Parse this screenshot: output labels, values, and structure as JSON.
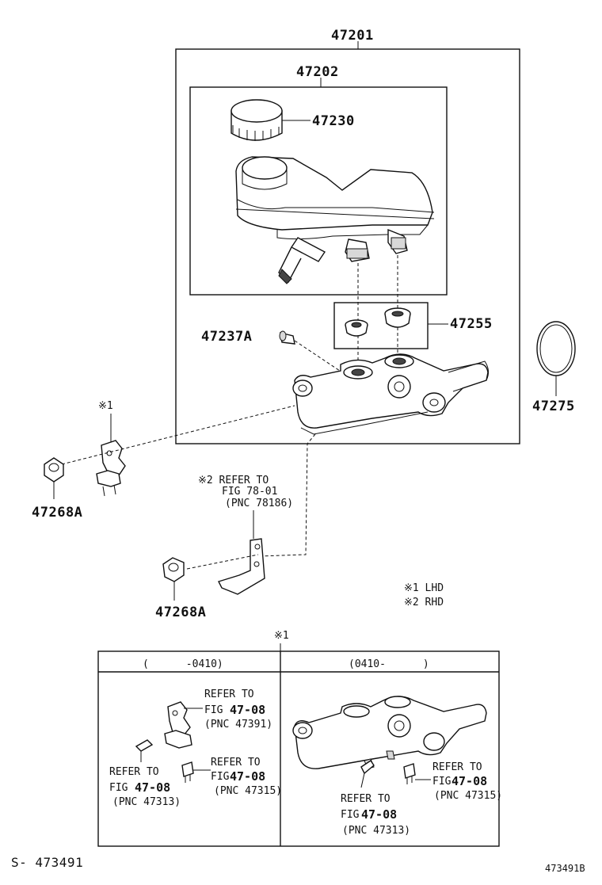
{
  "diagram": {
    "part_numbers": {
      "assembly": "47201",
      "reservoir_assy": "47202",
      "reservoir_cap": "47230",
      "grommet": "47255",
      "union_plug": "47237A",
      "o_ring": "47275",
      "nut_upper": "47268A",
      "nut_lower": "47268A"
    },
    "notes": {
      "note1_mark": "※1",
      "note2_ref_line1": "※2 REFER TO",
      "note2_ref_line2": "FIG 78-01",
      "note2_ref_line3": "(PNC 78186)",
      "legend_lhd": "※1 LHD",
      "legend_rhd": "※2 RHD",
      "inset_mark": "※1"
    },
    "inset": {
      "col_left_header": "(      -0410)",
      "col_right_header": "(0410-      )",
      "left_ref_a": {
        "line1": "REFER TO",
        "fig_prefix": "FIG ",
        "fig": "47-08",
        "pnc": "(PNC 47391)"
      },
      "left_ref_b": {
        "line1": "REFER TO",
        "fig_prefix": "FIG",
        "fig": "47-08",
        "pnc": "(PNC 47315)"
      },
      "left_ref_c": {
        "line1": "REFER TO",
        "fig_prefix": "FIG ",
        "fig": "47-08",
        "pnc": "(PNC 47313)"
      },
      "right_ref_a": {
        "line1": "REFER TO",
        "fig_prefix": "FIG",
        "fig": "47-08",
        "pnc": "(PNC 47315)"
      },
      "right_ref_b": {
        "line1": "REFER TO",
        "fig_prefix": "FIG",
        "fig": "47-08",
        "pnc": "(PNC 47313)"
      }
    },
    "footer": {
      "sheet_code": "S- 473491",
      "drawing_code": "473491B"
    }
  }
}
